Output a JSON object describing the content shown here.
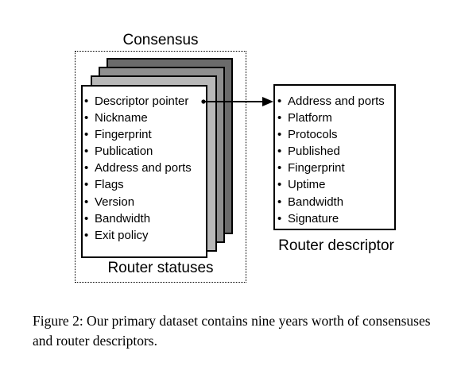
{
  "diagram": {
    "consensus_title": "Consensus",
    "router_status_fields": [
      "Descriptor pointer",
      "Nickname",
      "Fingerprint",
      "Publication",
      "Address and ports",
      "Flags",
      "Version",
      "Bandwidth",
      "Exit policy"
    ],
    "router_statuses_label": "Router statuses",
    "router_descriptor_fields": [
      "Address and ports",
      "Platform",
      "Protocols",
      "Published",
      "Fingerprint",
      "Uptime",
      "Bandwidth",
      "Signature"
    ],
    "router_descriptor_label": "Router descriptor",
    "colors": {
      "sheet_back": "#6b6b6b",
      "sheet_mid": "#8f8f8f",
      "sheet_light": "#b8b8b8",
      "sheet_front": "#ffffff"
    }
  },
  "caption": "Figure 2: Our primary dataset contains nine years worth of consensuses and router descriptors."
}
